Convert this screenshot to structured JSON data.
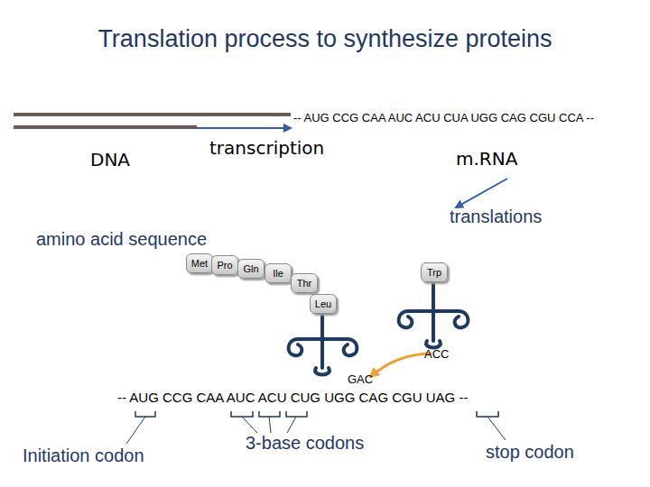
{
  "diagram": {
    "title": "Translation process to synthesize proteins",
    "nodes": [
      {
        "text": [
          "Met"
        ]
      },
      {
        "text": [
          "Pro"
        ]
      },
      {
        "text": [
          "Gln"
        ]
      },
      {
        "text": [
          "Ile"
        ]
      },
      {
        "text": [
          "Thr"
        ]
      },
      {
        "text": [
          "Leu"
        ]
      },
      {
        "text": [
          "Trp"
        ]
      }
    ],
    "labels": [
      "-- AUG CCG CAA AUC ACU CUA UGG CAG CGU CCA --",
      "DNA",
      "transcription",
      "m.RNA",
      "translations",
      "amino acid sequence",
      "ACC",
      "GAC",
      "-- AUG CCG CAA AUC ACU CUG UGG CAG CGU UAG --",
      "Initiation codon",
      "3-base codons",
      "stop codon"
    ]
  }
}
